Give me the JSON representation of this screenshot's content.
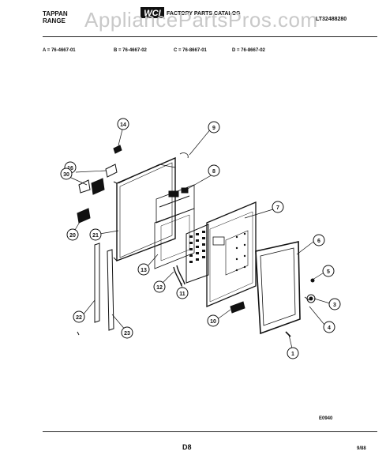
{
  "header": {
    "brand_line1": "TAPPAN",
    "brand_line2": "RANGE",
    "catalog_title": "FACTORY PARTS CATALOG",
    "doc_number": "LT32488280"
  },
  "watermark": {
    "text": "AppliancePartsPros.com"
  },
  "model_codes": [
    "A = 76-4667-01",
    "B = 76-4667-02",
    "C = 76-8667-01",
    "D = 76-8667-02"
  ],
  "callouts": [
    "14",
    "9",
    "16",
    "8",
    "30",
    "7",
    "20",
    "21",
    "6",
    "13",
    "5",
    "12",
    "11",
    "3",
    "10",
    "4",
    "22",
    "23",
    "1"
  ],
  "figure_code": "E0940",
  "footer": {
    "page_code": "D8",
    "date": "9/88"
  },
  "logo": {
    "text": "WCI"
  }
}
